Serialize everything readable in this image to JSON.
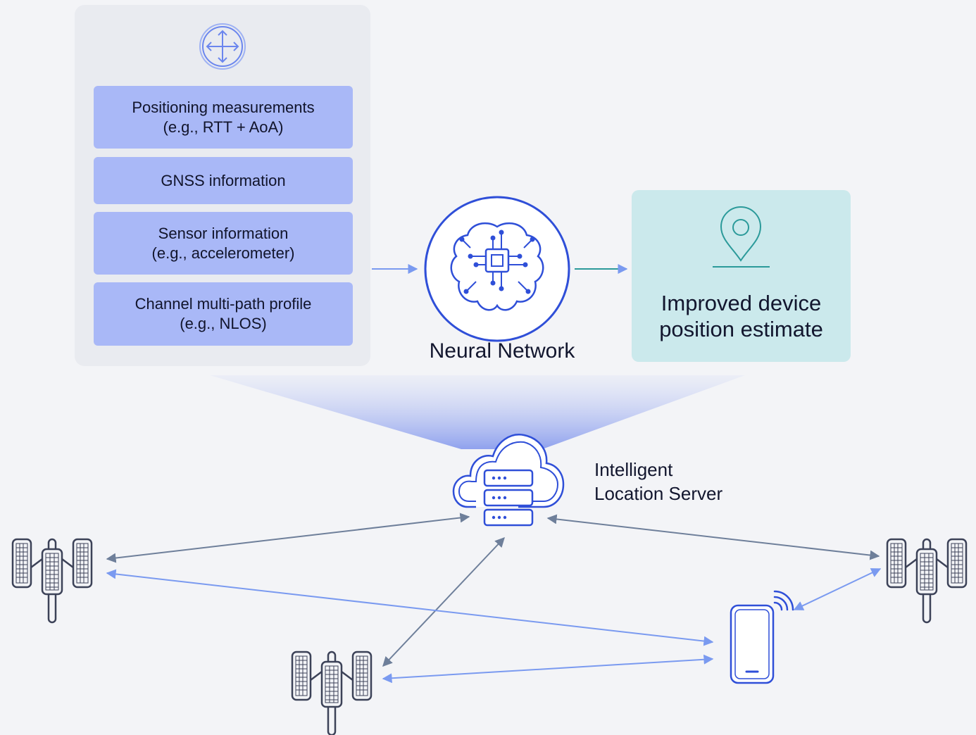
{
  "inputs": {
    "items": [
      {
        "line1": "Positioning measurements",
        "line2": "(e.g., RTT + AoA)"
      },
      {
        "line1": "GNSS information",
        "line2": ""
      },
      {
        "line1": "Sensor information",
        "line2": "(e.g., accelerometer)"
      },
      {
        "line1": "Channel multi-path profile",
        "line2": "(e.g., NLOS)"
      }
    ]
  },
  "neural_network": {
    "label": "Neural Network"
  },
  "output": {
    "line1": "Improved device",
    "line2": "position estimate"
  },
  "server": {
    "line1": "Intelligent",
    "line2": "Location Server"
  },
  "icons": {
    "inputs": "move-arrows-icon",
    "neural_network": "brain-chip-icon",
    "output": "location-pin-icon",
    "server": "cloud-server-icon",
    "base_station": "cell-tower-icon",
    "device": "smartphone-icon"
  },
  "colors": {
    "card": "#a9b8f7",
    "accent_blue": "#2f4fd8",
    "link_blue": "#7a9af0",
    "link_gray": "#6e7f9a",
    "teal": "#2b9a9a"
  }
}
